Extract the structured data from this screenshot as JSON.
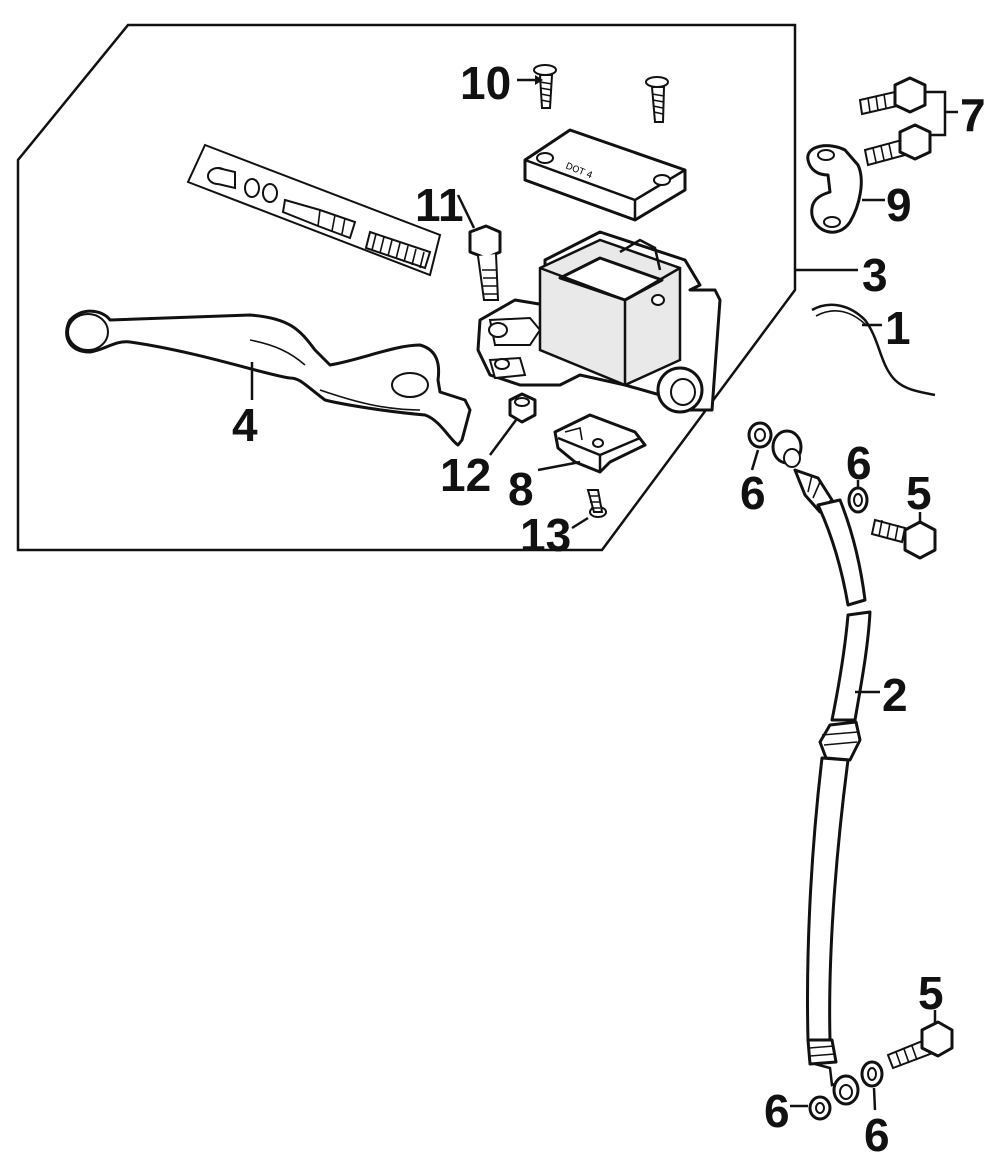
{
  "diagram": {
    "callouts": {
      "c1": "1",
      "c2": "2",
      "c3": "3",
      "c4": "4",
      "c5a": "5",
      "c5b": "5",
      "c6a": "6",
      "c6b": "6",
      "c6c": "6",
      "c6d": "6",
      "c7": "7",
      "c8": "8",
      "c9": "9",
      "c10": "10",
      "c11": "11",
      "c12": "12",
      "c13": "13"
    }
  }
}
